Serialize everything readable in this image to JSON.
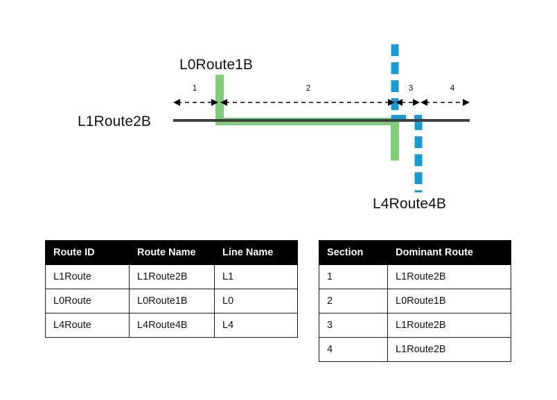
{
  "diagram": {
    "labels": {
      "l0_route": "L0Route1B",
      "l1_route": "L1Route2B",
      "l4_route": "L4Route4B"
    },
    "section_numbers": [
      "1",
      "2",
      "3",
      "4"
    ],
    "colors": {
      "baseline": "#404040",
      "green_route": "#7FCC79",
      "blue_route": "#169BD7",
      "dimension_line": "#000000"
    }
  },
  "tables": {
    "routes": {
      "name": "route-definition-table",
      "headers": [
        "Route ID",
        "Route Name",
        "Line Name"
      ],
      "rows": [
        [
          "L1Route",
          "L1Route2B",
          "L1"
        ],
        [
          "L0Route",
          "L0Route1B",
          "L0"
        ],
        [
          "L4Route",
          "L4Route4B",
          "L4"
        ]
      ]
    },
    "sections": {
      "name": "section-dominant-route-table",
      "headers": [
        "Section",
        "Dominant Route"
      ],
      "rows": [
        [
          "1",
          "L1Route2B"
        ],
        [
          "2",
          "L0Route1B"
        ],
        [
          "3",
          "L1Route2B"
        ],
        [
          "4",
          "L1Route2B"
        ]
      ]
    }
  }
}
